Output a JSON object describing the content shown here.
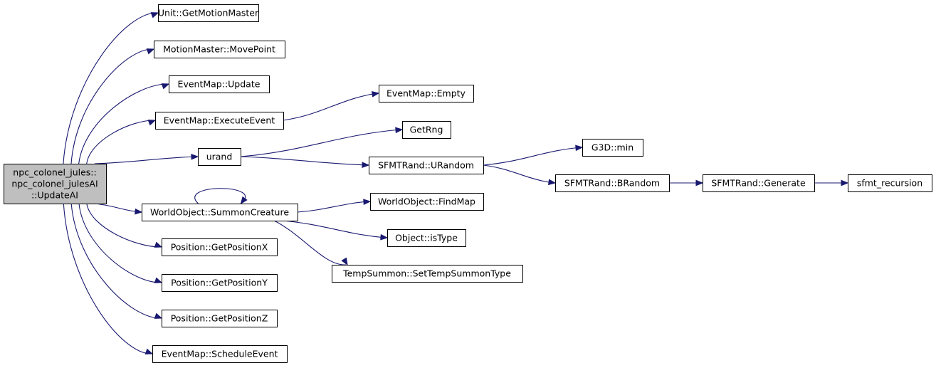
{
  "diagram": {
    "nodes": [
      {
        "id": "root",
        "lines": [
          "npc_colonel_jules::",
          "npc_colonel_julesAI",
          "::UpdateAI"
        ],
        "root": true
      },
      {
        "id": "getMotionMaster",
        "lines": [
          "Unit::GetMotionMaster"
        ]
      },
      {
        "id": "movePoint",
        "lines": [
          "MotionMaster::MovePoint"
        ]
      },
      {
        "id": "emUpdate",
        "lines": [
          "EventMap::Update"
        ]
      },
      {
        "id": "emExecute",
        "lines": [
          "EventMap::ExecuteEvent"
        ]
      },
      {
        "id": "urand",
        "lines": [
          "urand"
        ]
      },
      {
        "id": "summon",
        "lines": [
          "WorldObject::SummonCreature"
        ]
      },
      {
        "id": "getX",
        "lines": [
          "Position::GetPositionX"
        ]
      },
      {
        "id": "getY",
        "lines": [
          "Position::GetPositionY"
        ]
      },
      {
        "id": "getZ",
        "lines": [
          "Position::GetPositionZ"
        ]
      },
      {
        "id": "schedule",
        "lines": [
          "EventMap::ScheduleEvent"
        ]
      },
      {
        "id": "emEmpty",
        "lines": [
          "EventMap::Empty"
        ]
      },
      {
        "id": "getRng",
        "lines": [
          "GetRng"
        ]
      },
      {
        "id": "uRandom",
        "lines": [
          "SFMTRand::URandom"
        ]
      },
      {
        "id": "findMap",
        "lines": [
          "WorldObject::FindMap"
        ]
      },
      {
        "id": "isType",
        "lines": [
          "Object::isType"
        ]
      },
      {
        "id": "tempSummon",
        "lines": [
          "TempSummon::SetTempSummonType"
        ]
      },
      {
        "id": "g3dMin",
        "lines": [
          "G3D::min"
        ]
      },
      {
        "id": "bRandom",
        "lines": [
          "SFMTRand::BRandom"
        ]
      },
      {
        "id": "generate",
        "lines": [
          "SFMTRand::Generate"
        ]
      },
      {
        "id": "sfmt",
        "lines": [
          "sfmt_recursion"
        ]
      }
    ],
    "edges": [
      {
        "from": "root",
        "to": "getMotionMaster"
      },
      {
        "from": "root",
        "to": "movePoint"
      },
      {
        "from": "root",
        "to": "emUpdate"
      },
      {
        "from": "root",
        "to": "emExecute"
      },
      {
        "from": "root",
        "to": "urand"
      },
      {
        "from": "root",
        "to": "summon"
      },
      {
        "from": "root",
        "to": "getX"
      },
      {
        "from": "root",
        "to": "getY"
      },
      {
        "from": "root",
        "to": "getZ"
      },
      {
        "from": "root",
        "to": "schedule"
      },
      {
        "from": "emExecute",
        "to": "emEmpty"
      },
      {
        "from": "urand",
        "to": "getRng"
      },
      {
        "from": "urand",
        "to": "uRandom"
      },
      {
        "from": "summon",
        "to": "summon"
      },
      {
        "from": "summon",
        "to": "findMap"
      },
      {
        "from": "summon",
        "to": "isType"
      },
      {
        "from": "summon",
        "to": "tempSummon"
      },
      {
        "from": "uRandom",
        "to": "g3dMin"
      },
      {
        "from": "uRandom",
        "to": "bRandom"
      },
      {
        "from": "bRandom",
        "to": "generate"
      },
      {
        "from": "generate",
        "to": "sfmt"
      }
    ]
  }
}
